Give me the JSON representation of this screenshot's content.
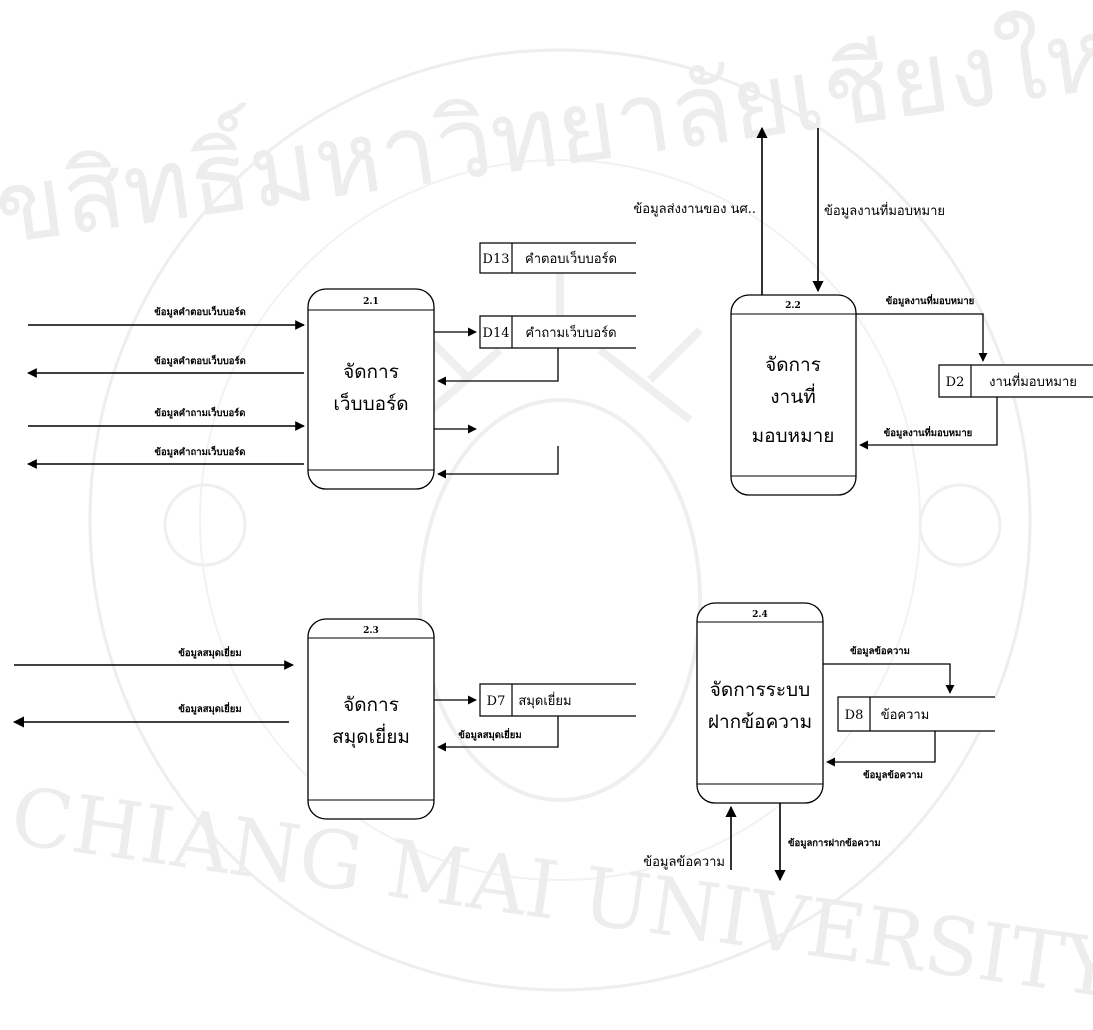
{
  "watermark": {
    "top_text": "ลิขสิทธิ์มหาวิทยาลัยเชียงใหม่",
    "bottom_text": "CHIANG MAI UNIVERSITY",
    "color": "#e6e6e6"
  },
  "processes": {
    "p21": {
      "num": "2.1",
      "line1": "จัดการ",
      "line2": "เว็บบอร์ด"
    },
    "p22": {
      "num": "2.2",
      "line1": "จัดการ",
      "line2": "งานที่",
      "line3": "มอบหมาย"
    },
    "p23": {
      "num": "2.3",
      "line1": "จัดการ",
      "line2": "สมุดเยี่ยม"
    },
    "p24": {
      "num": "2.4",
      "line1": "จัดการระบบ",
      "line2": "ฝากข้อความ"
    }
  },
  "stores": {
    "d14": {
      "id": "D14",
      "name": "คำถามเว็บบอร์ด"
    },
    "d13": {
      "id": "D13",
      "name": "คำตอบเว็บบอร์ด"
    },
    "d2": {
      "id": "D2",
      "name": "งานที่มอบหมาย"
    },
    "d7": {
      "id": "D7",
      "name": "สมุดเยี่ยม"
    },
    "d8": {
      "id": "D8",
      "name": "ข้อความ"
    }
  },
  "flows": {
    "f1": "ข้อมูลคำตอบเว็บบอร์ด",
    "f2": "ข้อมูลคำตอบเว็บบอร์ด",
    "f3": "ข้อมูลคำถามเว็บบอร์ด",
    "f4": "ข้อมูลคำถามเว็บบอร์ด",
    "f5": "ข้อมูลส่งงานของ นศ..",
    "f6": "ข้อมูลงานที่มอบหมาย",
    "f7": "ข้อมูลงานที่มอบหมาย",
    "f8": "ข้อมูลงานที่มอบหมาย",
    "f9": "ข้อมูลสมุดเยี่ยม",
    "f10": "ข้อมูลสมุดเยี่ยม",
    "f11": "ข้อมูลสมุดเยี่ยม",
    "f12": "ข้อมูลข้อความ",
    "f13": "ข้อมูลข้อความ",
    "f14": "ข้อมูลข้อความ",
    "f15": "ข้อมูลการฝากข้อความ"
  }
}
